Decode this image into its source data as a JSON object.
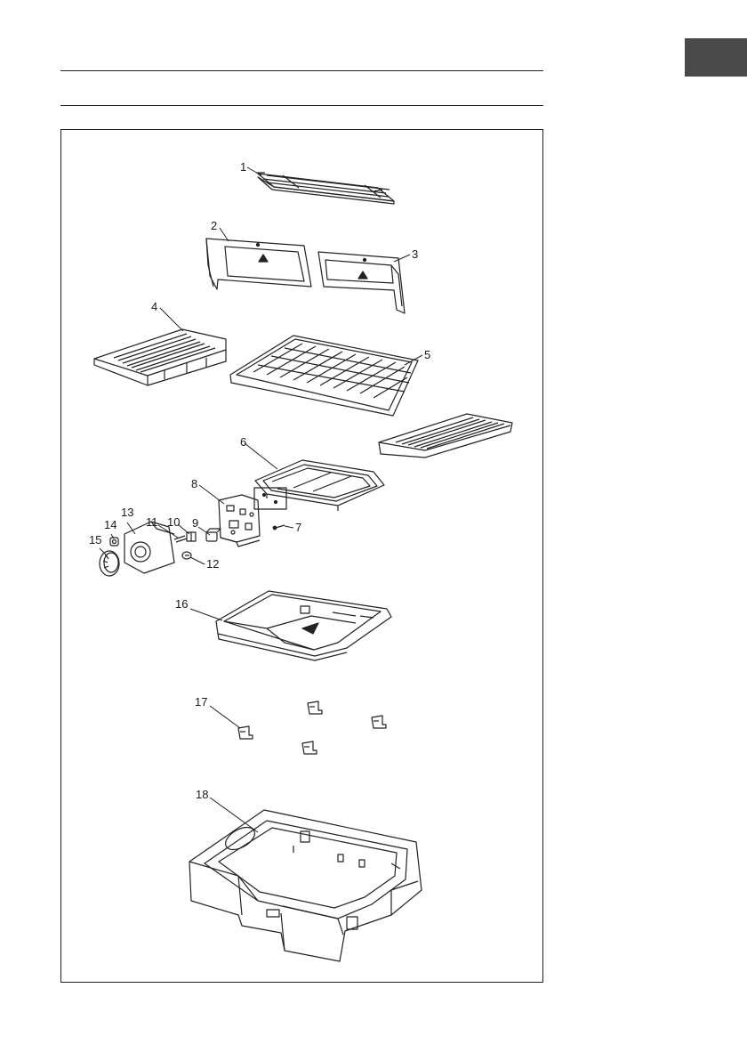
{
  "parts": [
    {
      "id": "part-1",
      "label": "1"
    },
    {
      "id": "part-2",
      "label": "2"
    },
    {
      "id": "part-3",
      "label": "3"
    },
    {
      "id": "part-4",
      "label": "4"
    },
    {
      "id": "part-5",
      "label": "5"
    },
    {
      "id": "part-6",
      "label": "6"
    },
    {
      "id": "part-7",
      "label": "7"
    },
    {
      "id": "part-8",
      "label": "8"
    },
    {
      "id": "part-9",
      "label": "9"
    },
    {
      "id": "part-10",
      "label": "10"
    },
    {
      "id": "part-11",
      "label": "11"
    },
    {
      "id": "part-12",
      "label": "12"
    },
    {
      "id": "part-13",
      "label": "13"
    },
    {
      "id": "part-14",
      "label": "14"
    },
    {
      "id": "part-15",
      "label": "15"
    },
    {
      "id": "part-16",
      "label": "16"
    },
    {
      "id": "part-17",
      "label": "17"
    },
    {
      "id": "part-18",
      "label": "18"
    }
  ],
  "colors": {
    "line": "#222222",
    "tab": "#4a4a4a"
  }
}
